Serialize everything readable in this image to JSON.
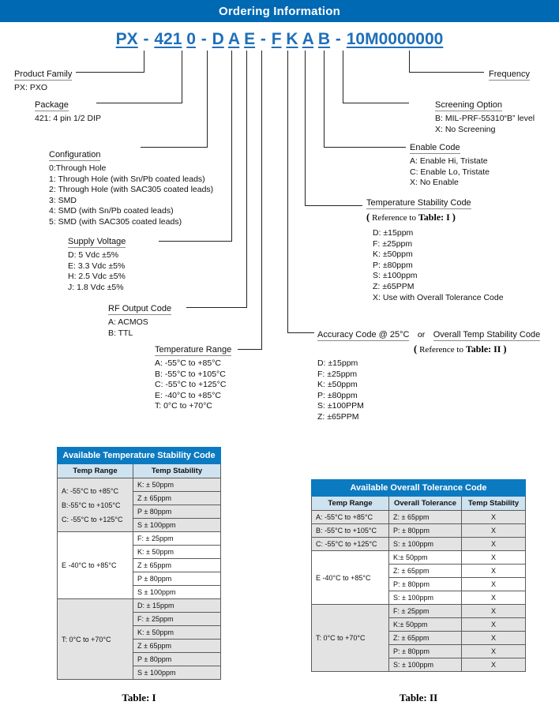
{
  "header": {
    "title": "Ordering Information"
  },
  "part_number": {
    "segments": [
      "PX",
      "421",
      "0",
      "D",
      "A",
      "E",
      "F",
      "K",
      "A",
      "B",
      "10M0000000"
    ],
    "dashes": [
      "-",
      "-",
      "-",
      "-"
    ],
    "full": "PX - 421 0 - D A E - F K A B - 10M0000000"
  },
  "callouts": {
    "product_family": {
      "label": "Product Family",
      "options": [
        "PX: PXO"
      ]
    },
    "package": {
      "label": "Package",
      "options": [
        "421: 4 pin 1/2 DIP"
      ]
    },
    "configuration": {
      "label": "Configuration",
      "options": [
        "0:Through Hole",
        "1: Through Hole (with Sn/Pb coated leads)",
        "2: Through Hole (with SAC305 coated leads)",
        "3: SMD",
        "4: SMD (with Sn/Pb coated leads)",
        "5: SMD (with SAC305 coated leads)"
      ]
    },
    "supply_voltage": {
      "label": "Supply Voltage",
      "options": [
        "D: 5 Vdc ±5%",
        "E: 3.3 Vdc ±5%",
        "H: 2.5 Vdc ±5%",
        "J: 1.8 Vdc ±5%"
      ]
    },
    "rf_output_code": {
      "label": "RF Output Code",
      "options": [
        "A: ACMOS",
        "B: TTL"
      ]
    },
    "temperature_range": {
      "label": "Temperature Range",
      "options": [
        "A: -55°C to +85°C",
        "B: -55°C to +105°C",
        "C: -55°C to +125°C",
        "E: -40°C to +85°C",
        "T: 0°C to +70°C"
      ]
    },
    "frequency": {
      "label": "Frequency"
    },
    "screening_option": {
      "label": "Screening Option",
      "options": [
        "B: MIL-PRF-55310“B” level",
        "X: No Screening"
      ]
    },
    "enable_code": {
      "label": "Enable Code",
      "options": [
        "A: Enable Hi, Tristate",
        "C: Enable Lo, Tristate",
        "X: No Enable"
      ]
    },
    "temperature_stability_code": {
      "label": "Temperature Stability Code",
      "reference_prefix": "Reference to",
      "reference_table": "Table: I",
      "options": [
        "D: ±15ppm",
        "F: ±25ppm",
        "K: ±50ppm",
        "P: ±80ppm",
        "S: ±100ppm",
        "Z: ±65PPM",
        "X: Use with Overall Tolerance Code"
      ]
    },
    "accuracy_code": {
      "label": "Accuracy Code @ 25°C",
      "conjunction": "or",
      "alt_label": "Overall Temp Stability Code",
      "reference_prefix": "Reference to",
      "reference_table": "Table: II",
      "options": [
        "D: ±15ppm",
        "F: ±25ppm",
        "K: ±50ppm",
        "P: ±80ppm",
        "S: ±100PPM",
        "Z: ±65PPM"
      ]
    }
  },
  "table_one": {
    "caption": "Available Temperature Stability Code",
    "columns": [
      "Temp Range",
      "Temp Stability"
    ],
    "label": "Table: I",
    "groups": [
      {
        "ranges": [
          "A: -55°C to +85°C",
          "B:-55°C to +105°C",
          "C: -55°C to +125°C"
        ],
        "stability": [
          "K: ± 50ppm",
          "Z ± 65ppm",
          "P ± 80ppm",
          "S ± 100ppm"
        ],
        "shaded": true
      },
      {
        "ranges": [
          "E -40°C to +85°C"
        ],
        "stability": [
          "F: ± 25ppm",
          "K: ± 50ppm",
          "Z ± 65ppm",
          "P ± 80ppm",
          "S ± 100ppm"
        ],
        "shaded": false
      },
      {
        "ranges": [
          "T: 0°C to +70°C"
        ],
        "stability": [
          "D: ± 15ppm",
          "F: ± 25ppm",
          "K: ± 50ppm",
          "Z ± 65ppm",
          "P ± 80ppm",
          "S ± 100ppm"
        ],
        "shaded": true
      }
    ]
  },
  "table_two": {
    "caption": "Available Overall Tolerance Code",
    "columns": [
      "Temp Range",
      "Overall Tolerance",
      "Temp Stability"
    ],
    "label": "Table:  II",
    "groups": [
      {
        "ranges": [
          "A: -55°C to +85°C",
          "B: -55°C to +105°C",
          "C: -55°C to +125°C"
        ],
        "rows": [
          {
            "tolerance": "Z: ± 65ppm",
            "stability": "X"
          },
          {
            "tolerance": "P: ± 80ppm",
            "stability": "X"
          },
          {
            "tolerance": "S: ± 100ppm",
            "stability": "X"
          }
        ],
        "shaded": true,
        "paired": true
      },
      {
        "ranges": [
          "E -40°C to +85°C"
        ],
        "rows": [
          {
            "tolerance": "K:± 50ppm",
            "stability": "X"
          },
          {
            "tolerance": "Z: ± 65ppm",
            "stability": "X"
          },
          {
            "tolerance": "P: ± 80ppm",
            "stability": "X"
          },
          {
            "tolerance": "S: ± 100ppm",
            "stability": "X"
          }
        ],
        "shaded": false,
        "paired": false
      },
      {
        "ranges": [
          "T: 0°C to +70°C"
        ],
        "rows": [
          {
            "tolerance": "F: ± 25ppm",
            "stability": "X"
          },
          {
            "tolerance": "K:± 50ppm",
            "stability": "X"
          },
          {
            "tolerance": "Z: ± 65ppm",
            "stability": "X"
          },
          {
            "tolerance": "P: ± 80ppm",
            "stability": "X"
          },
          {
            "tolerance": "S: ± 100ppm",
            "stability": "X"
          }
        ],
        "shaded": true,
        "paired": false
      }
    ]
  },
  "colors": {
    "title_blue": "#0069b4",
    "table_header_blue": "#0c7ac0",
    "subheader_blue": "#cfe2ef",
    "part_number_blue": "#1f6fb8",
    "shade_gray": "#e3e3e3"
  }
}
